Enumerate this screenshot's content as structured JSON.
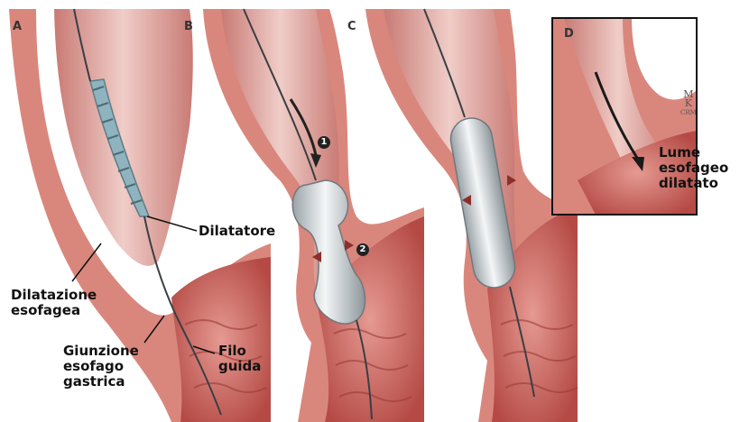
{
  "panels": [
    "A",
    "B",
    "C",
    "D"
  ],
  "labels": {
    "dilatatore": "Dilatatore",
    "dilatazione_line1": "Dilatazione",
    "dilatazione_line2": "esofagea",
    "giunzione_line1": "Giunzione",
    "giunzione_line2": "esofago",
    "giunzione_line3": "gastrica",
    "filo_line1": "Filo",
    "filo_line2": "guida",
    "lume_line1": "Lume",
    "lume_line2": "esofageo",
    "lume_line3": "dilatato"
  },
  "markers": [
    "1",
    "2"
  ],
  "logo": {
    "line1": "M",
    "line2": "K",
    "line3": "CRM"
  },
  "colors": {
    "wall": "#d9877d",
    "wall_dark": "#b5524b",
    "lumen": "#e9b9b4",
    "stomach": "#c8605b",
    "balloon": "#d6dcdf",
    "wire": "#3a3f44"
  }
}
